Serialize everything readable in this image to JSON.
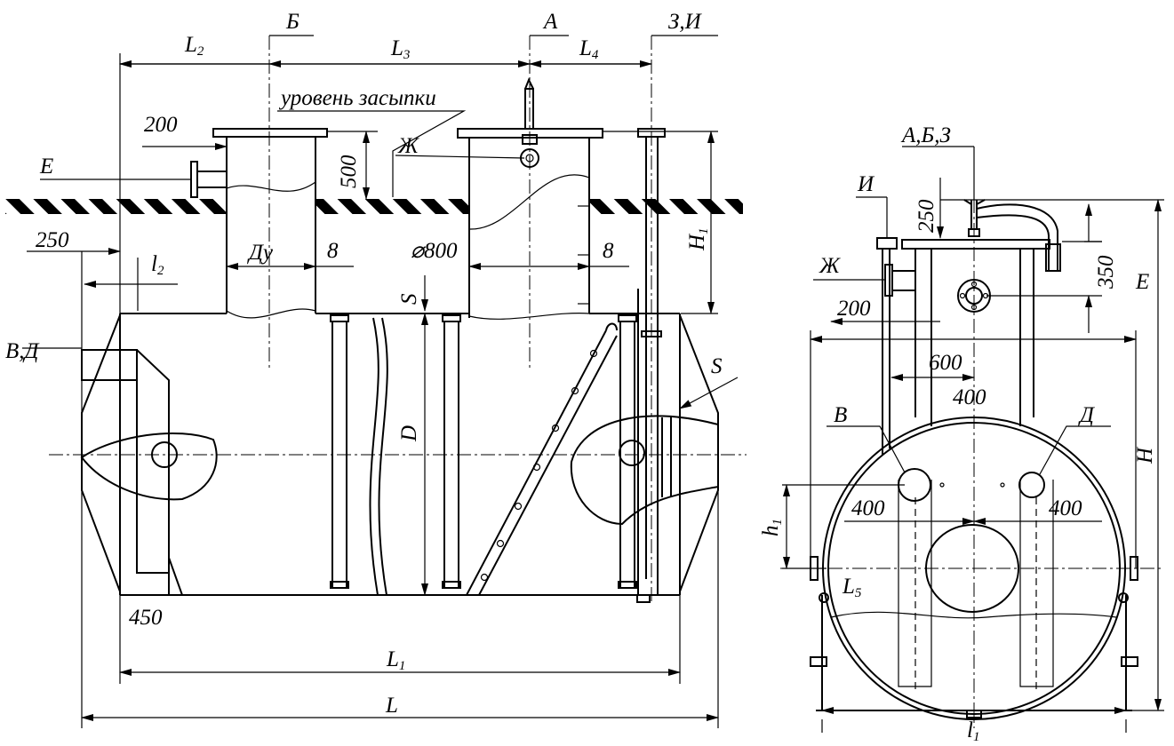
{
  "front_view": {
    "labels": {
      "B": "Б",
      "A": "А",
      "ZI": "З,И",
      "E": "Е",
      "ZH": "Ж",
      "VD": "В,Д",
      "backfill": "уровень засыпки",
      "Du": "Ду",
      "diam800": "⌀800",
      "S_top": "S",
      "S_right": "S",
      "D": "D"
    },
    "dims": {
      "L2": "L",
      "L2_sub": "2",
      "L3": "L",
      "L3_sub": "3",
      "L4": "L",
      "L4_sub": "4",
      "d200": "200",
      "d500": "500",
      "d250": "250",
      "l2": "l",
      "l2_sub": "2",
      "d8_left": "8",
      "d8_right": "8",
      "H1": "H",
      "H1_sub": "1",
      "d450": "450",
      "L1": "L",
      "L1_sub": "1",
      "L": "L"
    }
  },
  "side_view": {
    "labels": {
      "ABZ": "А,Б,З",
      "I": "И",
      "ZH": "Ж",
      "E": "Е",
      "V": "В",
      "D": "Д"
    },
    "dims": {
      "d250": "250",
      "d350": "350",
      "d200": "200",
      "d600": "600",
      "d400_top": "400",
      "d400_left": "400",
      "d400_right": "400",
      "H": "H",
      "h1": "h",
      "h1_sub": "1",
      "L5": "L",
      "L5_sub": "5",
      "l1": "l",
      "l1_sub": "1"
    }
  }
}
